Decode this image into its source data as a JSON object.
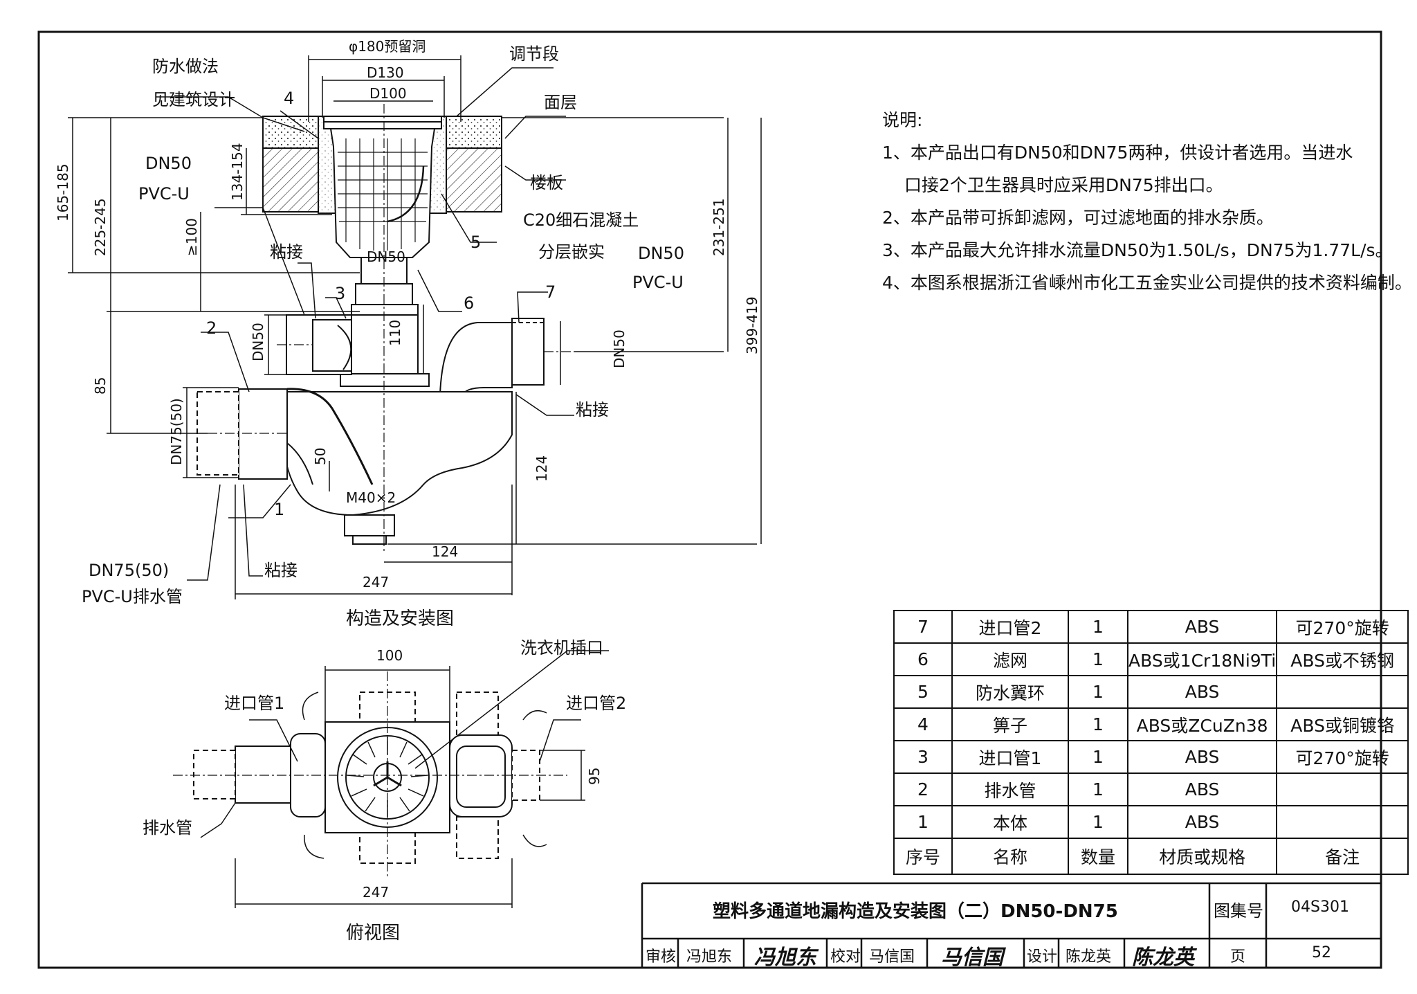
{
  "main_view": {
    "title": "构造及安装图",
    "labels": {
      "waterproof_1": "防水做法",
      "waterproof_2": "见建筑设计",
      "hole": "φ180预留洞",
      "d130": "D130",
      "d100": "D100",
      "adjust": "调节段",
      "surface": "面层",
      "slab": "楼板",
      "concrete": "C20细石混凝土",
      "layered": "分层嵌实",
      "dn50_left": "DN50",
      "pvcu_left": "PVC-U",
      "glue_1": "粘接",
      "dn50_right": "DN50",
      "pvcu_right": "PVC-U",
      "glue_2": "粘接",
      "glue_3": "粘接",
      "dn75_outlet_1": "DN75(50)",
      "dn75_outlet_2": "PVC-U排水管",
      "dn50_neck": "DN50",
      "m40": "M40×2",
      "dim_110": "110",
      "dim_165": "165-185",
      "dim_225": "225-245",
      "dim_134": "134-154",
      "dim_100ge": "≥100",
      "dim_85": "85",
      "dim_dn75": "DN75(50)",
      "dim_dn50_l": "DN50",
      "dim_dn50_r": "DN50",
      "dim_50": "50",
      "dim_124v": "124",
      "dim_124h": "124",
      "dim_247": "247",
      "dim_231": "231-251",
      "dim_399": "399-419",
      "n1": "1",
      "n2": "2",
      "n3": "3",
      "n4": "4",
      "n5": "5",
      "n6": "6",
      "n7": "7"
    }
  },
  "top_view": {
    "title": "俯视图",
    "labels": {
      "dim_100": "100",
      "washer": "洗衣机插口",
      "inlet1": "进口管1",
      "inlet2": "进口管2",
      "drain": "排水管",
      "dim_95": "95",
      "dim_247": "247"
    }
  },
  "notes": {
    "heading": "说明:",
    "items": [
      "1、本产品出口有DN50和DN75两种，供设计者选用。当进水",
      "口接2个卫生器具时应采用DN75排出口。",
      "2、本产品带可拆卸滤网，可过滤地面的排水杂质。",
      "3、本产品最大允许排水流量DN50为1.50L/s，DN75为1.77L/s。",
      "4、本图系根据浙江省嵊州市化工五金实业公司提供的技术资料编制。"
    ]
  },
  "parts_table": {
    "rows": [
      [
        "7",
        "进口管2",
        "1",
        "ABS",
        "可270°旋转"
      ],
      [
        "6",
        "滤网",
        "1",
        "ABS或1Cr18Ni9Ti",
        "ABS或不锈钢"
      ],
      [
        "5",
        "防水翼环",
        "1",
        "ABS",
        ""
      ],
      [
        "4",
        "箅子",
        "1",
        "ABS或ZCuZn38",
        "ABS或铜镀铬"
      ],
      [
        "3",
        "进口管1",
        "1",
        "ABS",
        "可270°旋转"
      ],
      [
        "2",
        "排水管",
        "1",
        "ABS",
        ""
      ],
      [
        "1",
        "本体",
        "1",
        "ABS",
        ""
      ]
    ],
    "header": [
      "序号",
      "名称",
      "数量",
      "材质或规格",
      "备注"
    ]
  },
  "title_block": {
    "title": "塑料多通道地漏构造及安装图（二）DN50-DN75",
    "atlas_label": "图集号",
    "atlas_no": "04S301",
    "review_label": "审核",
    "review_name": "冯旭东",
    "check_label": "校对",
    "check_name": "马信国",
    "design_label": "设计",
    "design_name": "陈龙英",
    "page_label": "页",
    "page_no": "52"
  }
}
